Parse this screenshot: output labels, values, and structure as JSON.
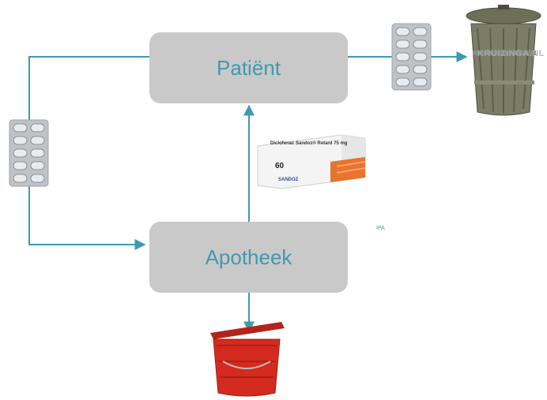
{
  "nodes": {
    "patient": {
      "label": "Patiënt"
    },
    "pharmacy": {
      "label": "Apotheek"
    }
  },
  "medicine_pack": {
    "brand": "Diclofenac Sandoz® Retard 75 mg",
    "count": "60",
    "maker": "SANDOZ",
    "mark": "IPA"
  },
  "trash_can": {
    "watermark": "KRUIZINGA.NL"
  },
  "colors": {
    "box_fill": "#c9c9c9",
    "accent": "#3f9ab0",
    "red_bin": "#d42a1f",
    "pack_orange": "#e8742d"
  },
  "icons": [
    "blister-pack-icon",
    "trash-can-icon",
    "red-disposal-bin-icon",
    "medicine-box-icon"
  ]
}
